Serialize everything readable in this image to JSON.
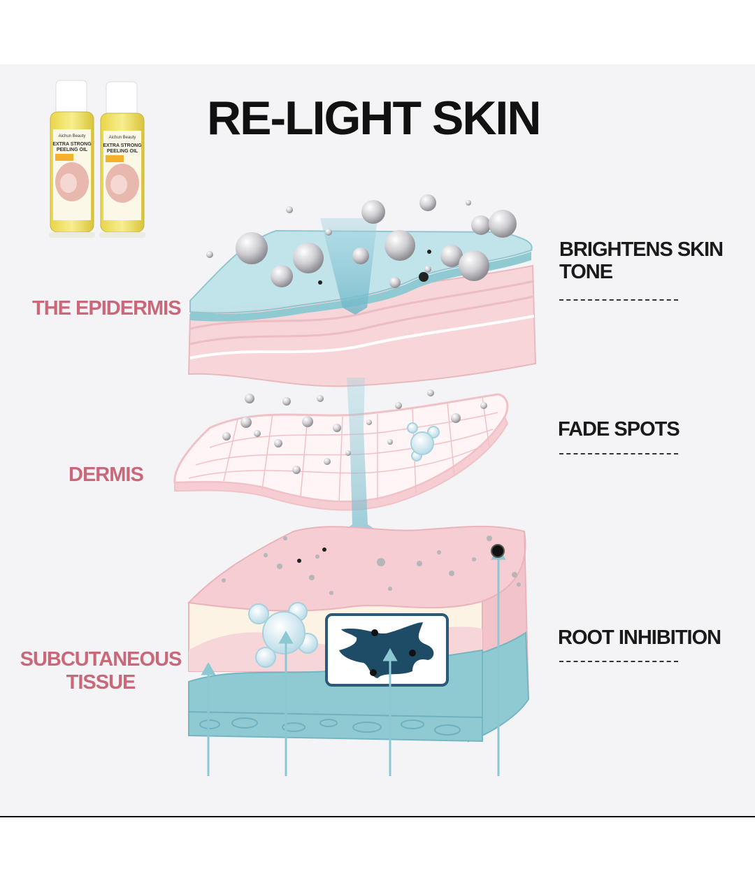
{
  "title": "RE-LIGHT SKIN",
  "layers": {
    "epidermis": "THE EPIDERMIS",
    "dermis": "DERMIS",
    "subcutaneous": [
      "SUBCUTANEOUS",
      "TISSUE"
    ]
  },
  "benefits": {
    "brightens": [
      "BRIGHTENS SKIN",
      "TONE"
    ],
    "fade": "FADE SPOTS",
    "root": "ROOT INHIBITION"
  },
  "product": {
    "brand": "Aichun Beauty",
    "name_line1": "EXTRA STRONG",
    "name_line2": "PEELING OIL"
  },
  "colors": {
    "epidermis_blue": "#a9d8e2",
    "skin_pink": "#f5cdd2",
    "tissue_teal": "#8fcad3",
    "label_pink": "#c96878",
    "melanin_dark": "#1e4c66"
  }
}
